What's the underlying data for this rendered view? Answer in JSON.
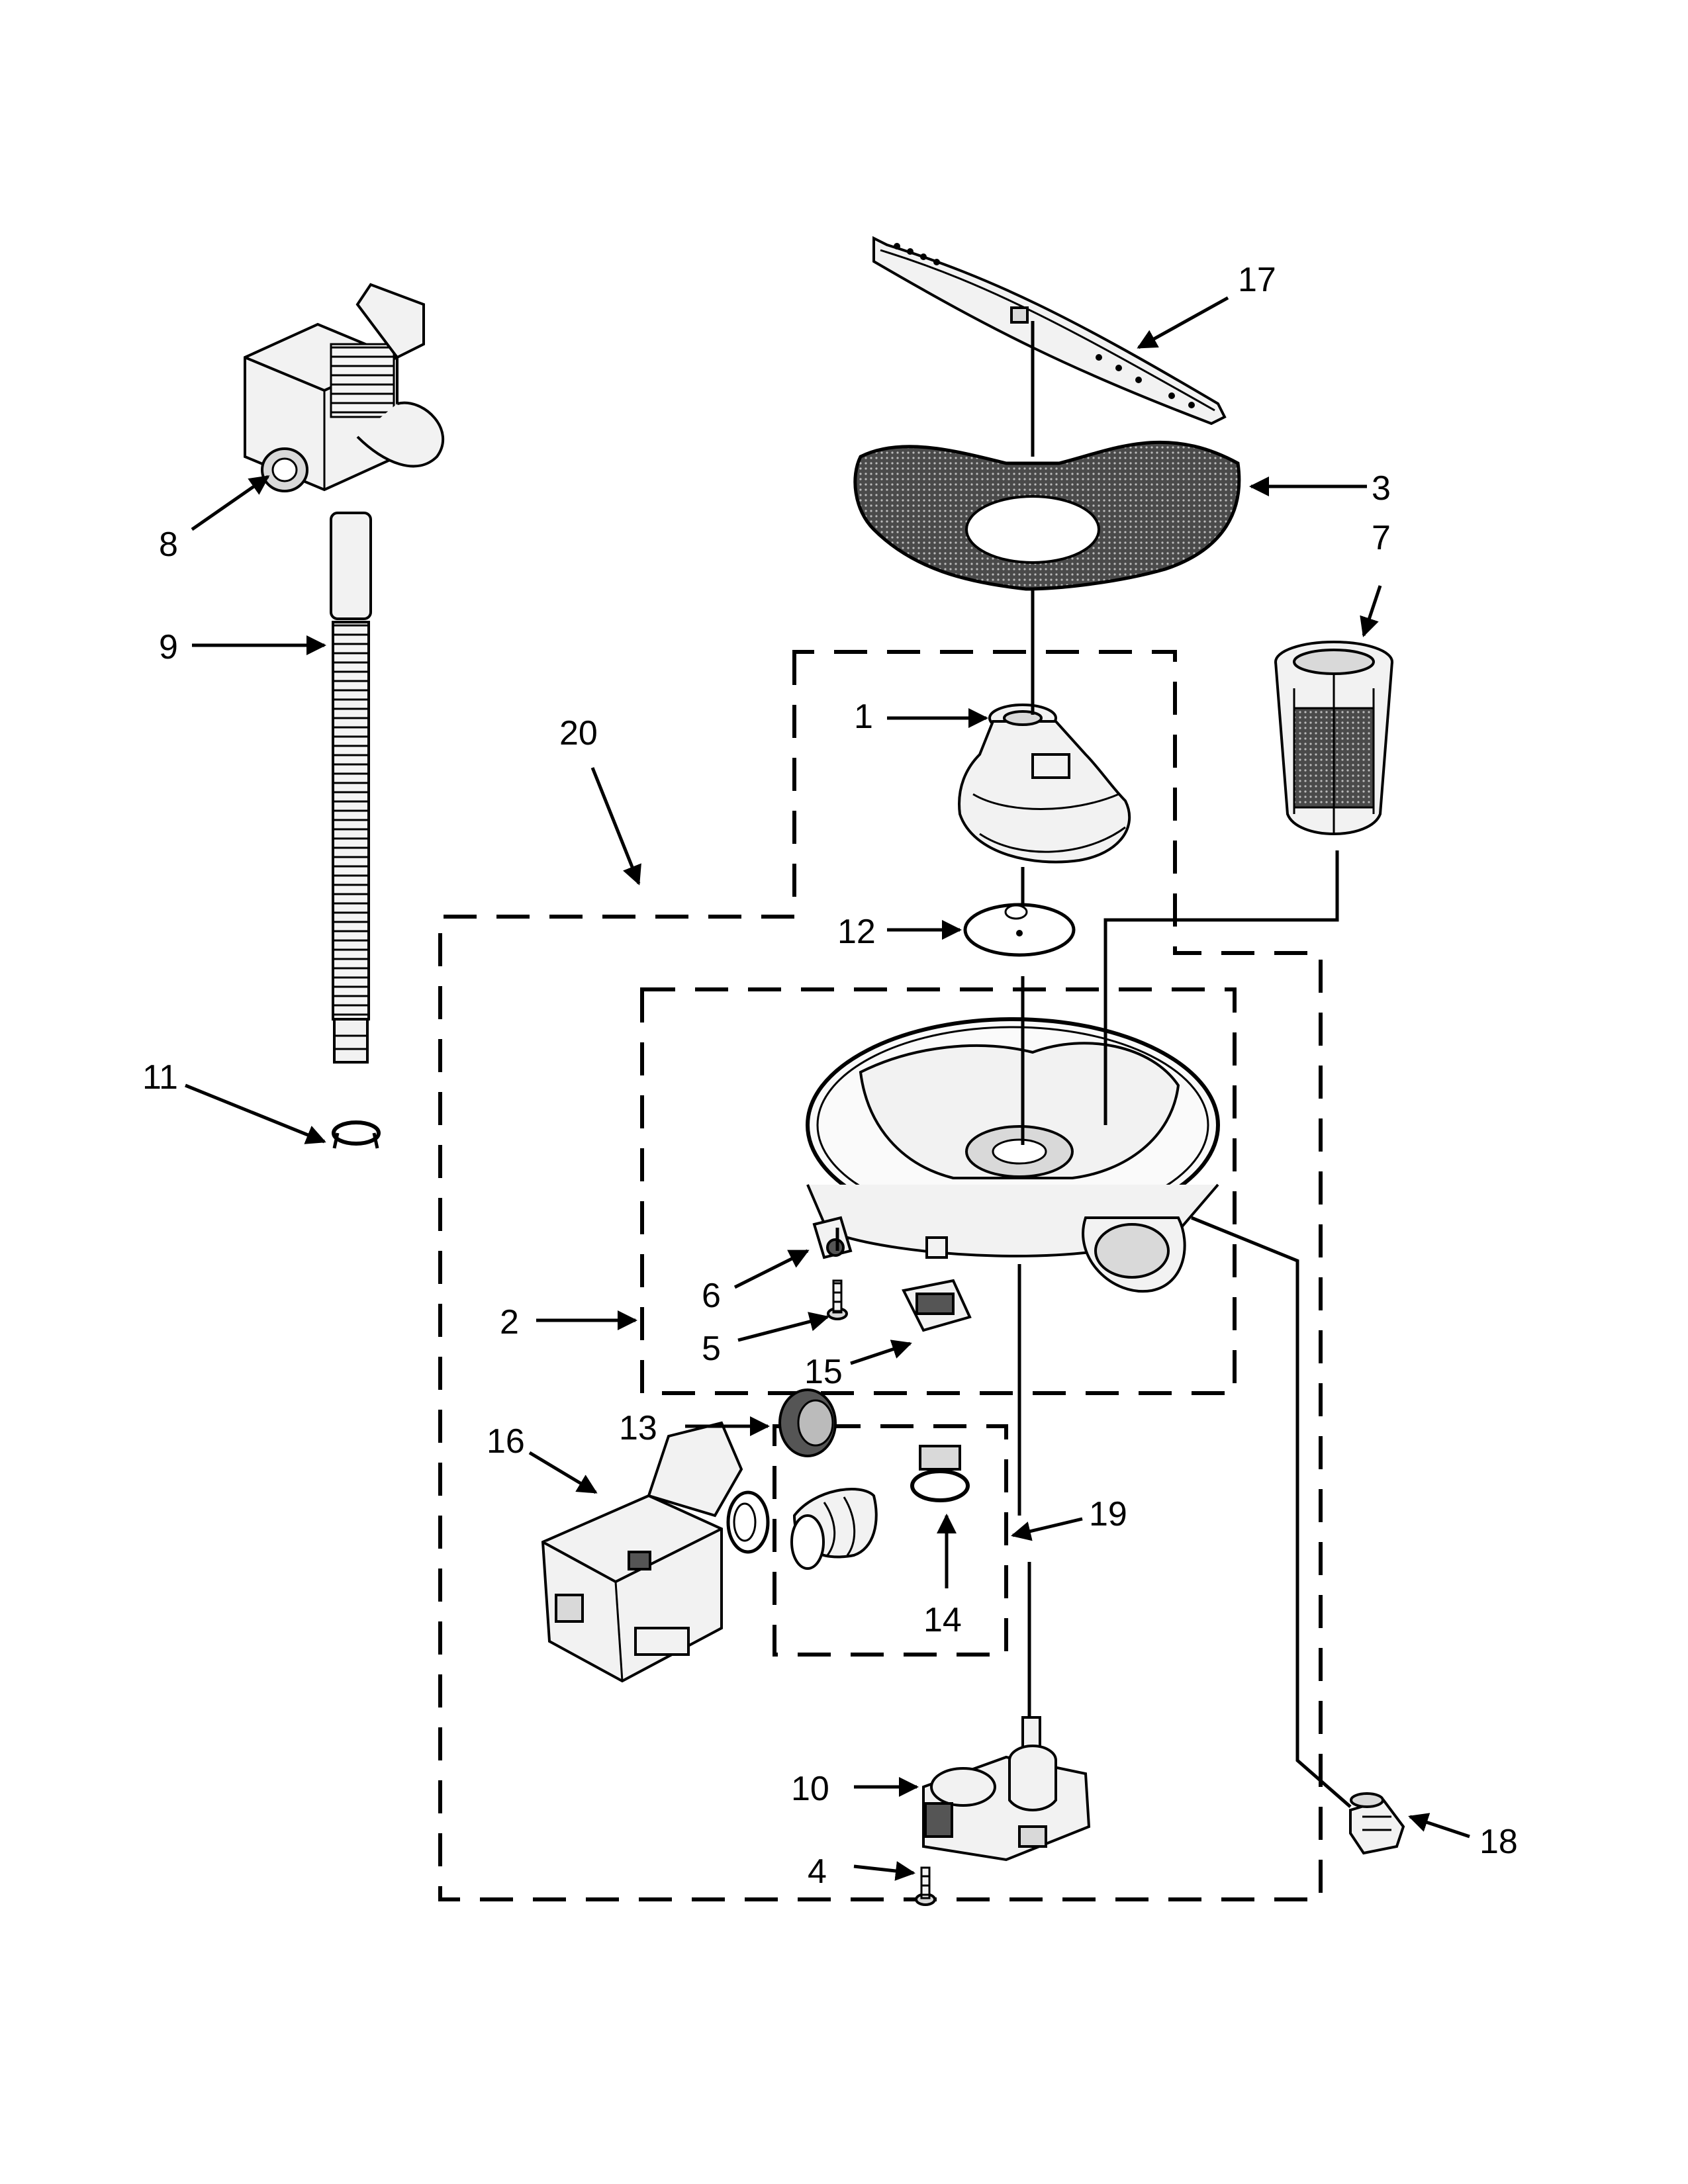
{
  "callouts": [
    "1",
    "2",
    "3",
    "4",
    "5",
    "6",
    "7",
    "8",
    "9",
    "10",
    "11",
    "12",
    "13",
    "14",
    "15",
    "16",
    "17",
    "18",
    "19",
    "20"
  ],
  "icons": [
    "spray-arm",
    "filter-screen",
    "filter-cartridge",
    "pump-housing",
    "seal",
    "sump",
    "bracket",
    "screw",
    "clip",
    "connector",
    "gasket",
    "boot",
    "hose-clamp",
    "circulation-pump",
    "drain-pump",
    "drain-hose",
    "turbidity-sensor",
    "diverter-motor",
    "hose-tube"
  ]
}
